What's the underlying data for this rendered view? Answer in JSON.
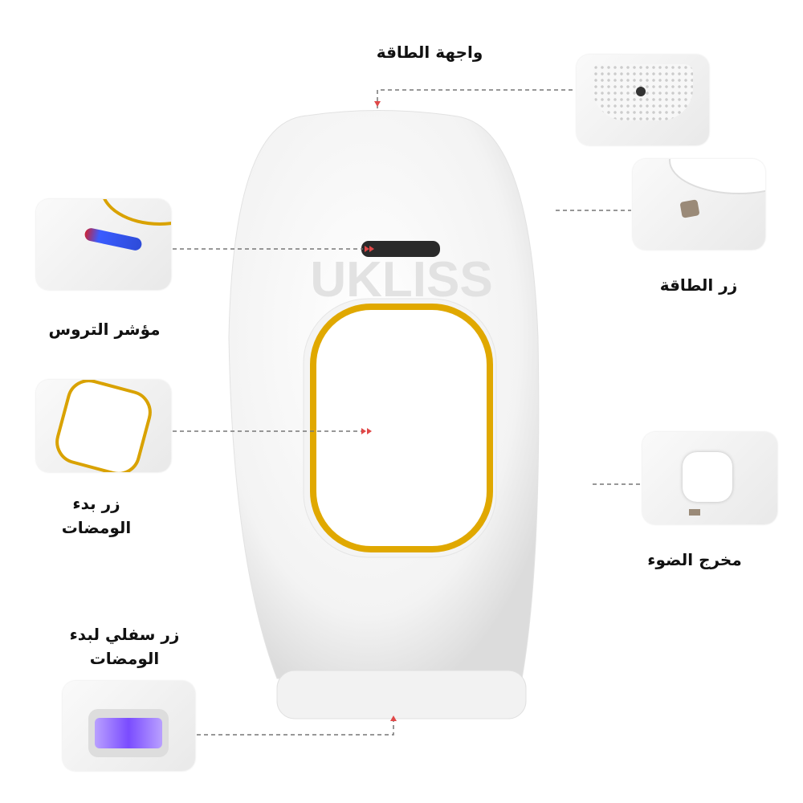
{
  "labels": {
    "power_interface": "واجهة الطاقة",
    "power_button": "زر الطاقة",
    "light_outlet": "مخرج الضوء",
    "gear_indicator": "مؤشر التروس",
    "flash_button_line1": "زر بدء",
    "flash_button_line2": "الومضات",
    "bottom_flash_button_line1": "زر سفلي لبدء",
    "bottom_flash_button_line2": "الومضات"
  },
  "watermark": "UKLISS",
  "colors": {
    "gold": "#e0a800",
    "arrow": "#e04848",
    "indicator": "#3a5cff",
    "lamp": "#8a5cff"
  }
}
